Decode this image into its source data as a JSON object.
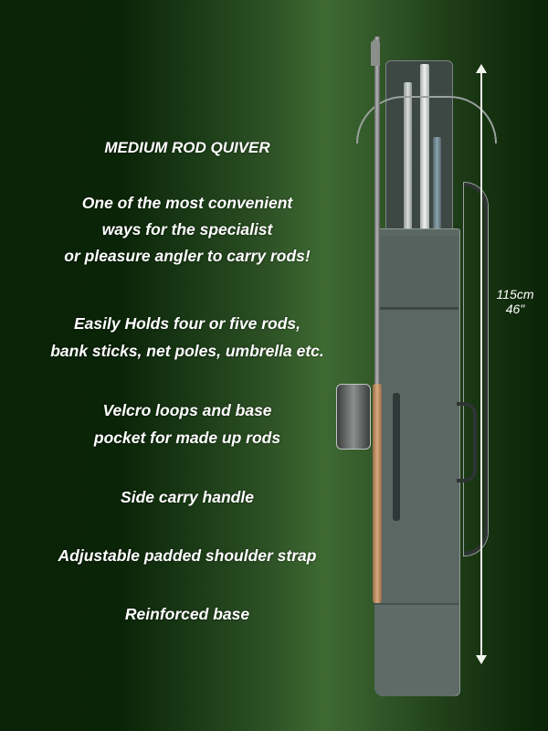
{
  "product": {
    "title": "MEDIUM ROD QUIVER",
    "tagline": [
      "One of the most convenient",
      "ways for  the specialist",
      "or pleasure angler to carry rods!"
    ],
    "features": [
      [
        "Easily Holds four or five rods,",
        "bank sticks, net poles, umbrella etc."
      ],
      [
        "Velcro loops and base",
        "pocket for made up rods"
      ],
      [
        "Side carry handle"
      ],
      [
        "Adjustable padded shoulder strap"
      ],
      [
        "Reinforced base"
      ]
    ]
  },
  "dimension": {
    "metric": "115cm",
    "imperial": "46\""
  },
  "colors": {
    "background_dark": "#0a2207",
    "background_light": "#3e6a32",
    "text": "#ffffff",
    "bag": "#5a6763"
  }
}
